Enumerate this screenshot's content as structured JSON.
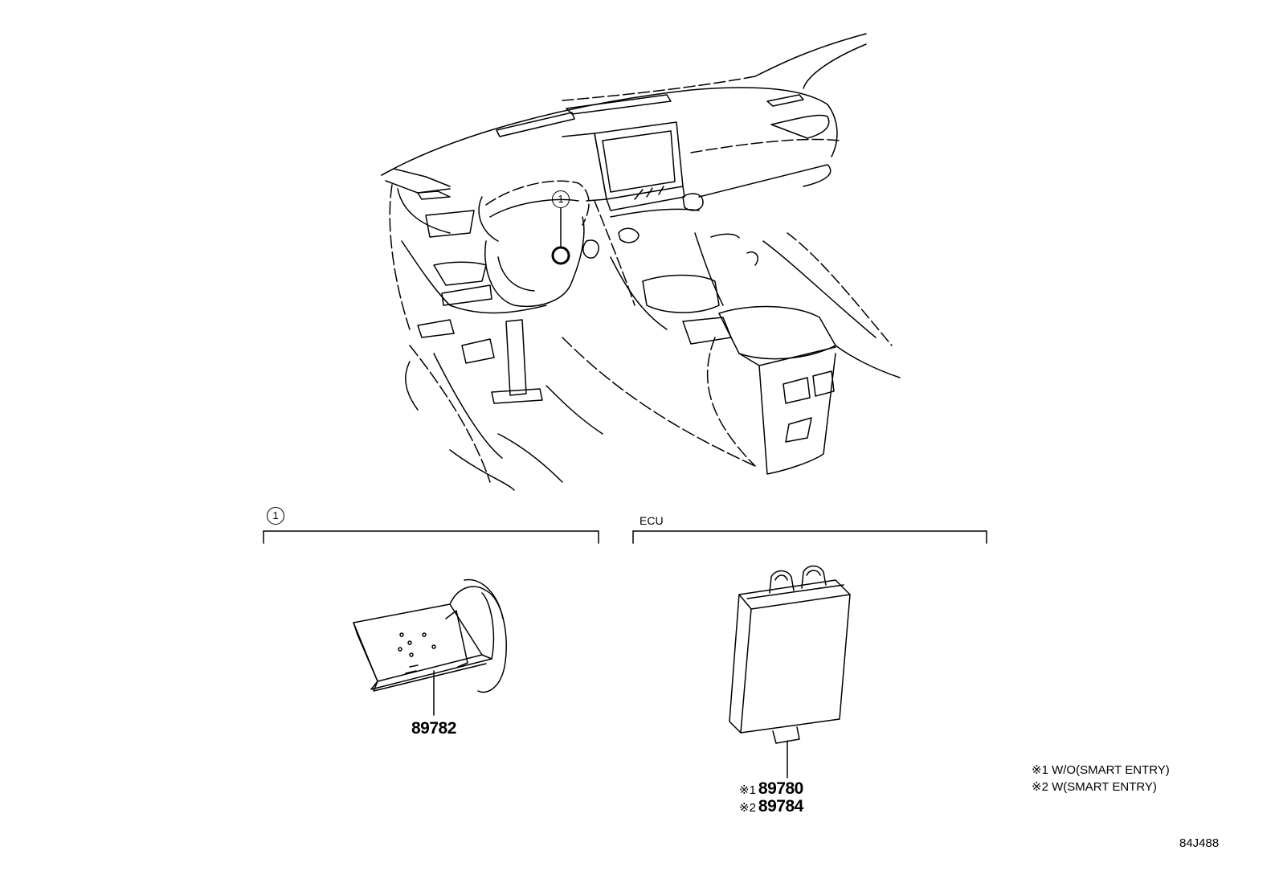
{
  "callout": {
    "number": "1"
  },
  "sections": {
    "left": {
      "marker": "1"
    },
    "right": {
      "title": "ECU"
    }
  },
  "parts": {
    "switch_part": "89782",
    "ecu_part_1": {
      "mark": "※1",
      "number": "89780"
    },
    "ecu_part_2": {
      "mark": "※2",
      "number": "89784"
    }
  },
  "notes": {
    "note_1": "※1 W/O(SMART ENTRY)",
    "note_2": "※2 W(SMART ENTRY)"
  },
  "diagram_code": "84J488"
}
